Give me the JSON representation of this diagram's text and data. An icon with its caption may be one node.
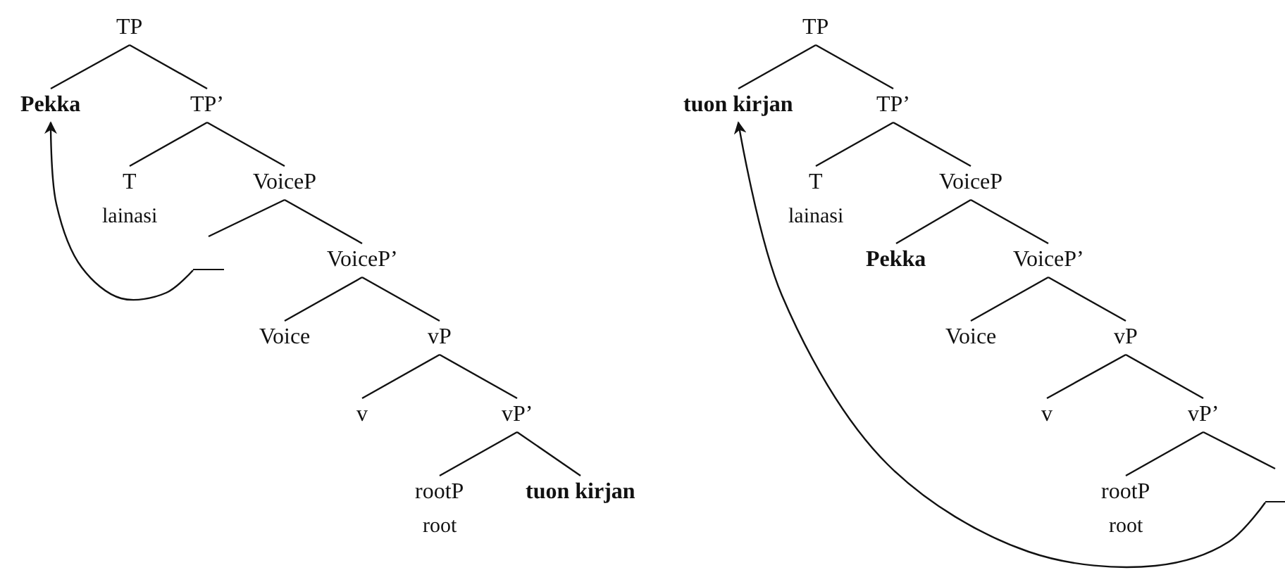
{
  "diagram": {
    "nodes": [
      {
        "text": [
          "TP"
        ]
      },
      {
        "text": [
          "Pekka"
        ]
      },
      {
        "text": [
          "TP’"
        ]
      },
      {
        "text": [
          "T"
        ],
        "beside": [
          "lainasi"
        ]
      },
      {
        "text": [
          "VoiceP"
        ]
      },
      {
        "text": [],
        "shape": "bar"
      },
      {
        "text": [
          "VoiceP’"
        ]
      },
      {
        "text": [
          "Voice"
        ]
      },
      {
        "text": [
          "vP"
        ]
      },
      {
        "text": [
          "v"
        ]
      },
      {
        "text": [
          "vP’"
        ]
      },
      {
        "text": [
          "rootP"
        ],
        "beside": [
          "root"
        ]
      },
      {
        "text": [
          "tuon kirjan"
        ]
      },
      {
        "text": [
          "TP"
        ]
      },
      {
        "text": [
          "tuon kirjan"
        ]
      },
      {
        "text": [
          "TP’"
        ]
      },
      {
        "text": [
          "T"
        ],
        "beside": [
          "lainasi"
        ]
      },
      {
        "text": [
          "VoiceP"
        ]
      },
      {
        "text": [
          "Pekka"
        ]
      },
      {
        "text": [
          "VoiceP’"
        ]
      },
      {
        "text": [
          "Voice"
        ]
      },
      {
        "text": [
          "vP"
        ]
      },
      {
        "text": [
          "v"
        ]
      },
      {
        "text": [
          "vP’"
        ]
      },
      {
        "text": [
          "rootP"
        ],
        "beside": [
          "root"
        ]
      },
      {
        "text": [],
        "shape": "bar"
      }
    ],
    "edges": [
      {
        "from": 0,
        "to": 1,
        "arrow": "none"
      },
      {
        "from": 0,
        "to": 2,
        "arrow": "none"
      },
      {
        "from": 2,
        "to": 3,
        "arrow": "none"
      },
      {
        "from": 2,
        "to": 4,
        "arrow": "none"
      },
      {
        "from": 4,
        "to": 5,
        "arrow": "none"
      },
      {
        "from": 4,
        "to": 6,
        "arrow": "none"
      },
      {
        "from": 6,
        "to": 7,
        "arrow": "none"
      },
      {
        "from": 6,
        "to": 8,
        "arrow": "none"
      },
      {
        "from": 8,
        "to": 9,
        "arrow": "none"
      },
      {
        "from": 8,
        "to": 10,
        "arrow": "none"
      },
      {
        "from": 10,
        "to": 11,
        "arrow": "none"
      },
      {
        "from": 10,
        "to": 12,
        "arrow": "none"
      },
      {
        "from": 5,
        "to": 1,
        "arrow": "to"
      },
      {
        "from": 13,
        "to": 14,
        "arrow": "none"
      },
      {
        "from": 13,
        "to": 15,
        "arrow": "none"
      },
      {
        "from": 15,
        "to": 16,
        "arrow": "none"
      },
      {
        "from": 15,
        "to": 17,
        "arrow": "none"
      },
      {
        "from": 17,
        "to": 18,
        "arrow": "none"
      },
      {
        "from": 17,
        "to": 19,
        "arrow": "none"
      },
      {
        "from": 19,
        "to": 20,
        "arrow": "none"
      },
      {
        "from": 19,
        "to": 21,
        "arrow": "none"
      },
      {
        "from": 21,
        "to": 22,
        "arrow": "none"
      },
      {
        "from": 21,
        "to": 23,
        "arrow": "none"
      },
      {
        "from": 23,
        "to": 24,
        "arrow": "none"
      },
      {
        "from": 23,
        "to": 25,
        "arrow": "none"
      },
      {
        "from": 25,
        "to": 14,
        "arrow": "to"
      }
    ]
  }
}
